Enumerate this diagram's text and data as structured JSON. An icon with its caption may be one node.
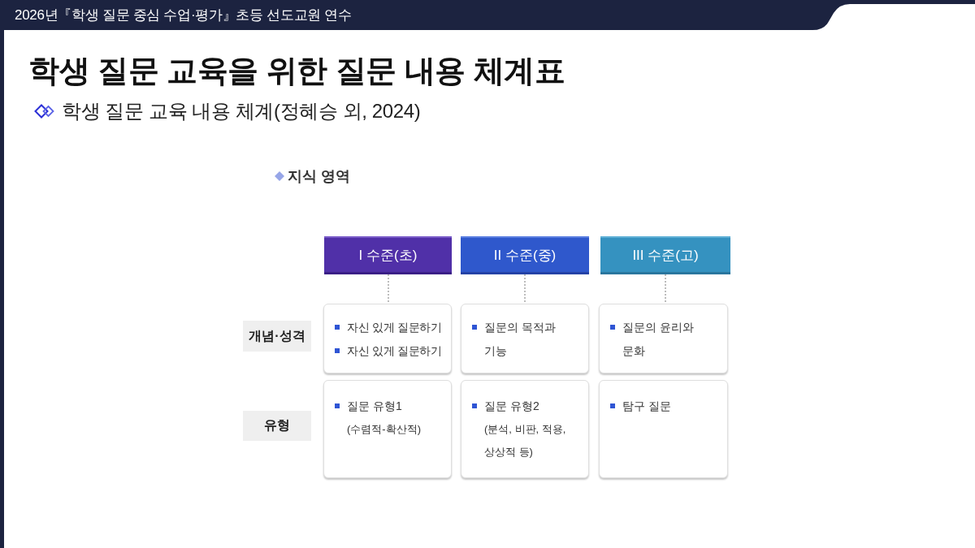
{
  "diagram": {
    "title": "학생 질문 교육을 위한 질문 내용 체계표",
    "nodes": [
      {
        "text": [
          "I 수준(초)"
        ]
      },
      {
        "text": [
          "II 수준(중)"
        ]
      },
      {
        "text": [
          "III 수준(고)"
        ]
      },
      {
        "text": [
          "개념·성격"
        ]
      },
      {
        "text": [
          "자신 있게 질문하기",
          "자신 있게 질문하기"
        ]
      },
      {
        "text": [
          "질문의 목적과 기능"
        ]
      },
      {
        "text": [
          "질문의 윤리와 문화"
        ]
      },
      {
        "text": [
          "유형"
        ]
      },
      {
        "text": [
          "질문 유형1",
          "(수렴적-확산적)"
        ]
      },
      {
        "text": [
          "질문 유형2",
          "(분석, 비판, 적용, 상상적 등)"
        ]
      },
      {
        "text": [
          "탐구 질문"
        ]
      }
    ],
    "edges": [
      {
        "from": 0,
        "to": 4,
        "arrow": "none",
        "style": "dashed"
      },
      {
        "from": 1,
        "to": 5,
        "arrow": "none",
        "style": "dashed"
      },
      {
        "from": 2,
        "to": 6,
        "arrow": "none",
        "style": "dashed"
      }
    ],
    "labels": [
      "2026년『학생 질문 중심 수업·평가』초등 선도교원 연수",
      "학생 질문 교육 내용 체계(정혜승 외, 2024)",
      "지식 영역"
    ]
  }
}
